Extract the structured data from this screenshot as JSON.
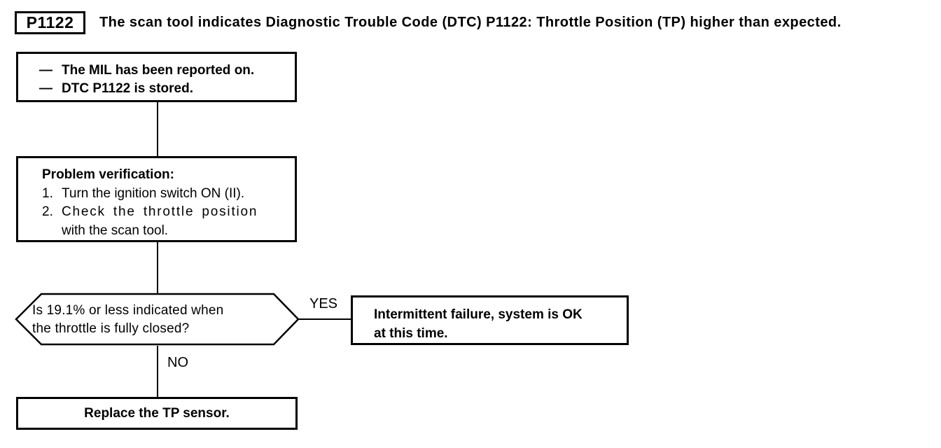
{
  "colors": {
    "ink": "#000000",
    "paper": "#ffffff"
  },
  "header": {
    "code": "P1122",
    "description": "The scan tool indicates Diagnostic Trouble Code (DTC) P1122: Throttle Position (TP) higher than expected."
  },
  "flowchart": {
    "start_box": {
      "bullet": "—",
      "line1": "The MIL has been reported on.",
      "line2": "DTC P1122 is stored."
    },
    "verify_box": {
      "heading": "Problem verification:",
      "item1_num": "1.",
      "item1_text": "Turn the ignition switch ON (II).",
      "item2_num": "2.",
      "item2_text": "Check the throttle position",
      "item2_wrap": "with the scan tool."
    },
    "decision": {
      "line1": "Is 19.1% or less indicated when",
      "line2": "the throttle is fully closed?"
    },
    "yes_label": "YES",
    "no_label": "NO",
    "yes_box": {
      "line1": "Intermittent failure, system is OK",
      "line2": "at this time."
    },
    "end_box": {
      "label": "Replace the TP sensor."
    }
  }
}
